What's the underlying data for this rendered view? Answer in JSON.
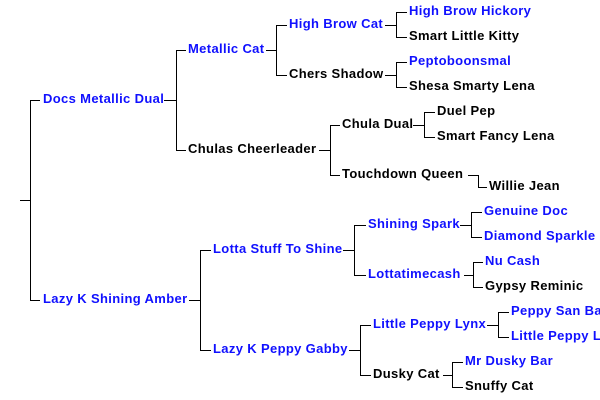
{
  "colors": {
    "registered": "#1010ff",
    "plain": "#000000",
    "lines": "#000000"
  },
  "pedigree": [
    {
      "name": "Docs Metallic Dual",
      "highlight": true
    },
    {
      "name": "Metallic Cat",
      "highlight": true
    },
    {
      "name": "High Brow Cat",
      "highlight": true
    },
    {
      "name": "High Brow Hickory",
      "highlight": true
    },
    {
      "name": "Smart Little Kitty",
      "highlight": false
    },
    {
      "name": "Chers Shadow",
      "highlight": false
    },
    {
      "name": "Peptoboonsmal",
      "highlight": true
    },
    {
      "name": "Shesa Smarty Lena",
      "highlight": false
    },
    {
      "name": "Chulas Cheerleader",
      "highlight": false
    },
    {
      "name": "Chula Dual",
      "highlight": false
    },
    {
      "name": "Duel Pep",
      "highlight": false
    },
    {
      "name": "Smart Fancy Lena",
      "highlight": false
    },
    {
      "name": "Touchdown Queen",
      "highlight": false
    },
    {
      "name": "Willie Jean",
      "highlight": false
    },
    {
      "name": "Lazy K Shining Amber",
      "highlight": true
    },
    {
      "name": "Lotta Stuff To Shine",
      "highlight": true
    },
    {
      "name": "Shining Spark",
      "highlight": true
    },
    {
      "name": "Genuine Doc",
      "highlight": true
    },
    {
      "name": "Diamond Sparkle",
      "highlight": true
    },
    {
      "name": "Lottatimecash",
      "highlight": true
    },
    {
      "name": "Nu Cash",
      "highlight": true
    },
    {
      "name": "Gypsy Reminic",
      "highlight": false
    },
    {
      "name": "Lazy K Peppy Gabby",
      "highlight": true
    },
    {
      "name": "Little Peppy Lynx",
      "highlight": true
    },
    {
      "name": "Peppy San Ba",
      "highlight": true
    },
    {
      "name": "Little Peppy L",
      "highlight": true
    },
    {
      "name": "Dusky Cat",
      "highlight": false
    },
    {
      "name": "Mr Dusky Bar",
      "highlight": true
    },
    {
      "name": "Snuffy Cat",
      "highlight": false
    }
  ]
}
